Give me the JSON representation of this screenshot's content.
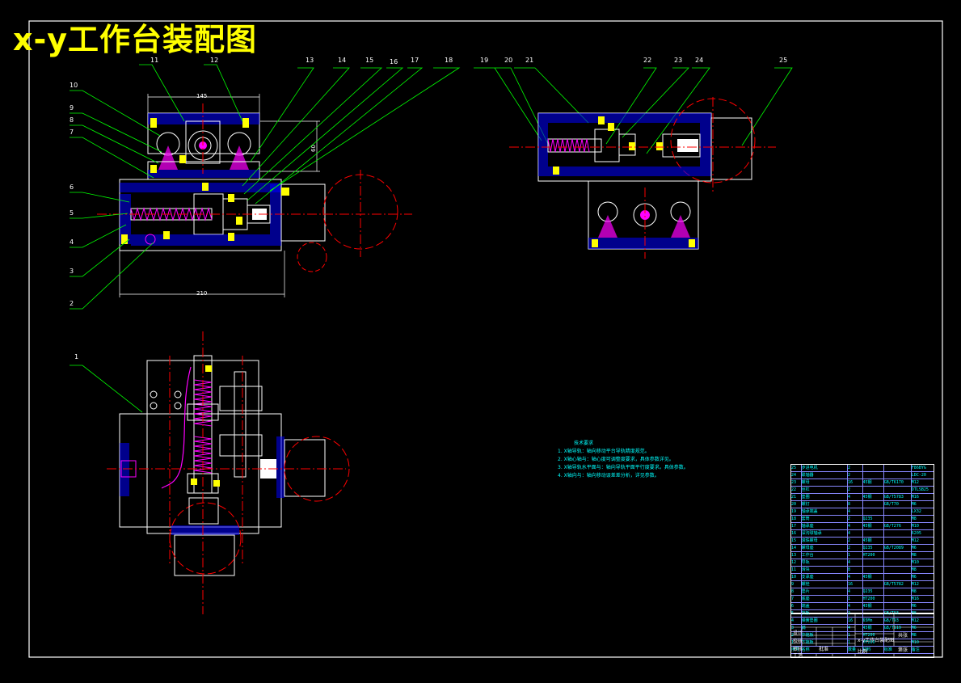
{
  "title": "x-y工作台装配图",
  "balloons_front": [
    "10",
    "9",
    "8",
    "7",
    "6",
    "5",
    "4",
    "3",
    "2"
  ],
  "balloons_top": [
    "11",
    "12",
    "13",
    "14",
    "15",
    "16",
    "17",
    "18"
  ],
  "balloons_side": [
    "19",
    "20",
    "21",
    "22",
    "23",
    "24",
    "25"
  ],
  "balloon_plan": "1",
  "dims": {
    "top_width": "145",
    "height": "60",
    "bottom_width": "210"
  },
  "notes": {
    "heading": "技术要求",
    "items": [
      "1. X轴导轨：轴向移动平台导轨精度规范。",
      "2. X轴心轴与：轴心度可调整度要求，具体参数详见。",
      "3. X轴导轨水平面与：轴向导轨平面平行度要求。具体参数。",
      "4. X轴向与：轴向移动误差差分析，详见参数。"
    ]
  },
  "bom": {
    "headers": [
      "序号",
      "名称",
      "数量",
      "材料",
      "标准",
      "备注"
    ],
    "rows": [
      [
        "25",
        "步进电机",
        "2",
        "",
        "",
        "F86BYG"
      ],
      [
        "24",
        "联轴器",
        "2",
        "",
        "",
        "LDC-20"
      ],
      [
        "23",
        "螺母",
        "16",
        "45钢",
        "GB/T6170",
        "M12"
      ],
      [
        "22",
        "丝杠",
        "2",
        "",
        "",
        "DTLSB25"
      ],
      [
        "21",
        "垫圈",
        "4",
        "45钢",
        "GB/T5783",
        "M16"
      ],
      [
        "20",
        "螺钉",
        "8",
        "",
        "GB/T70",
        "M6"
      ],
      [
        "19",
        "轴承端盖",
        "4",
        "",
        "",
        "LX32"
      ],
      [
        "18",
        "套筒",
        "2",
        "Q235",
        "",
        "M8"
      ],
      [
        "17",
        "轴承座",
        "4",
        "45钢",
        "GB/T276",
        "M10"
      ],
      [
        "16",
        "深沟球轴承",
        "4",
        "",
        "",
        "6205"
      ],
      [
        "15",
        "滚珠螺母",
        "2",
        "45钢",
        "",
        "M12"
      ],
      [
        "14",
        "螺母座",
        "2",
        "Q235",
        "GB/T2089",
        "M6"
      ],
      [
        "13",
        "工作台",
        "1",
        "HT200",
        "",
        "M8"
      ],
      [
        "12",
        "导轨",
        "4",
        "",
        "",
        "M10"
      ],
      [
        "11",
        "滑块",
        "8",
        "",
        "",
        "M8"
      ],
      [
        "10",
        "支承座",
        "4",
        "45钢",
        "",
        "M6"
      ],
      [
        "9",
        "螺栓",
        "16",
        "",
        "GB/T5782",
        "M12"
      ],
      [
        "8",
        "垫片",
        "4",
        "Q235",
        "",
        "M8"
      ],
      [
        "7",
        "底座",
        "1",
        "HT200",
        "",
        "M16"
      ],
      [
        "6",
        "端盖",
        "4",
        "45钢",
        "",
        "M6"
      ],
      [
        "5",
        "挡板",
        "2",
        "",
        "GB/T93",
        "M8"
      ],
      [
        "4",
        "弹簧垫圈",
        "16",
        "65Mn",
        "GB/T93",
        "M12"
      ],
      [
        "3",
        "销",
        "4",
        "45钢",
        "GB/T119",
        "M6"
      ],
      [
        "2",
        "中拖板",
        "1",
        "HT200",
        "",
        "M8"
      ],
      [
        "1",
        "下拖板",
        "1",
        "HT200",
        "",
        "M10"
      ]
    ]
  },
  "titleblock": {
    "name": "x-y工作台装配图",
    "cells": [
      "设计",
      "校核",
      "审核",
      "工艺",
      "批准",
      "比例",
      "共张",
      "第张"
    ]
  },
  "colors": {
    "background": "#000000",
    "title": "#ffff00",
    "leader": "#00ff00",
    "outline": "#ffffff",
    "center": "#ff0000",
    "hatch": "#0000ff",
    "part": "#ff00ff",
    "text": "#00ffff"
  }
}
